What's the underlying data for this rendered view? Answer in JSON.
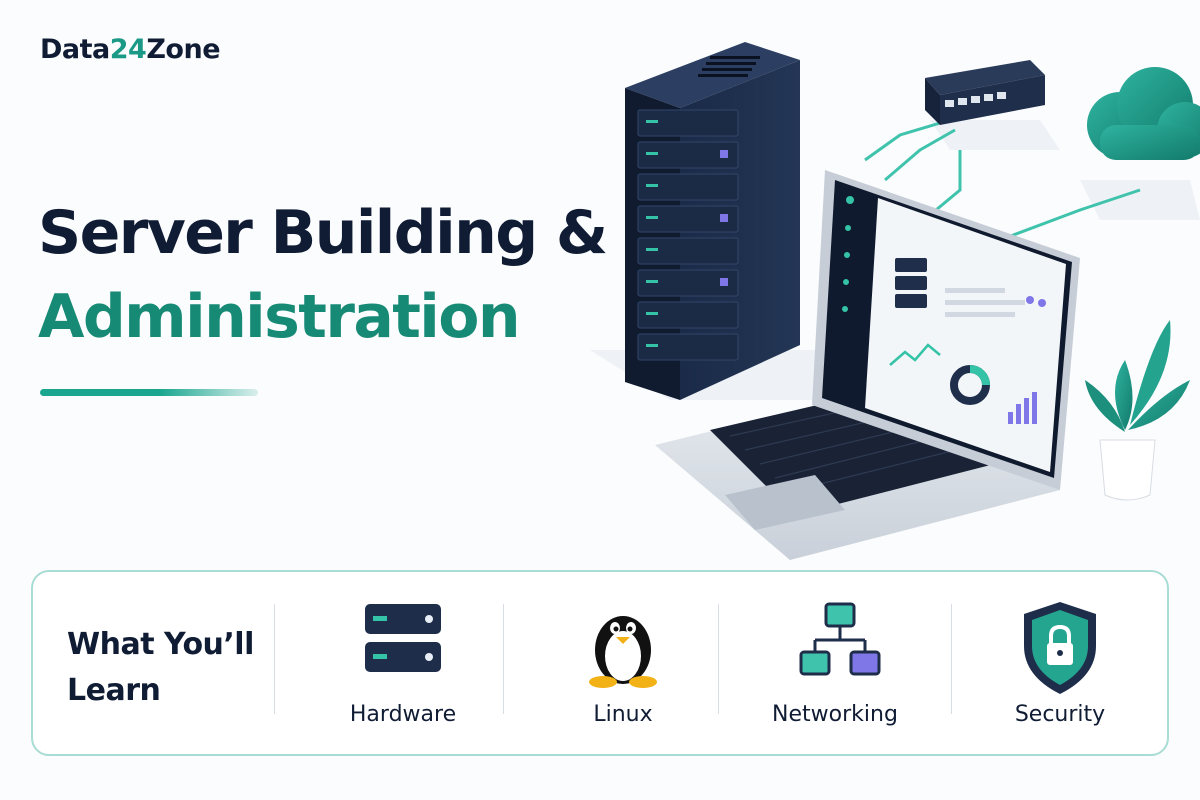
{
  "brand": {
    "name_part1": "Data",
    "name_part2": "24",
    "name_part3": "Zone"
  },
  "hero": {
    "title_line1": "Server Building &",
    "title_line2": "Administration"
  },
  "learn": {
    "heading_line1": "What You’ll",
    "heading_line2": "Learn",
    "topics": [
      {
        "label": "Hardware",
        "icon": "server-icon"
      },
      {
        "label": "Linux",
        "icon": "tux-penguin-icon"
      },
      {
        "label": "Networking",
        "icon": "network-topology-icon"
      },
      {
        "label": "Security",
        "icon": "shield-lock-icon"
      }
    ]
  },
  "colors": {
    "navy": "#0f1c34",
    "teal": "#1a9a86",
    "accent_purple": "#7f76e8",
    "card_border": "#a8dcd4"
  }
}
